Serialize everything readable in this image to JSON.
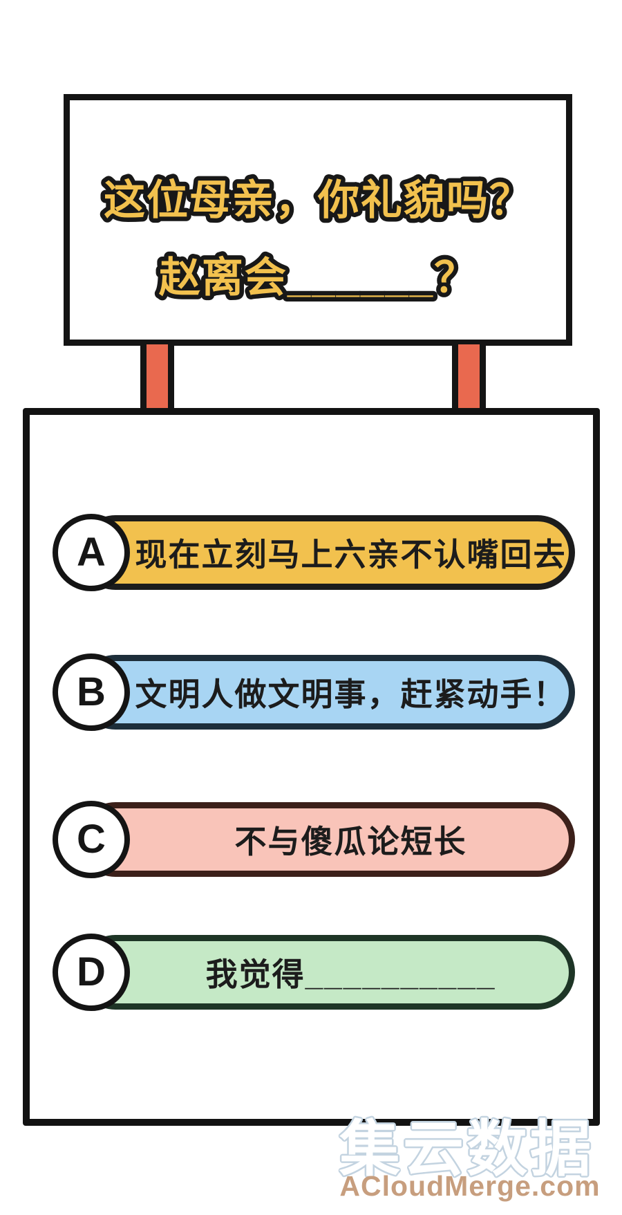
{
  "page": {
    "background": "#ffffff"
  },
  "sign": {
    "title_line1": "这位母亲，你礼貌吗？",
    "title_line2": "赵离会______？",
    "text_color": "#f2c14e",
    "outline_color": "#181818"
  },
  "posts": {
    "color": "#e9694f"
  },
  "options": [
    {
      "letter": "A",
      "text": "现在立刻马上六亲不认嘴回去",
      "fill": "#f2c14e",
      "border": "#1c1c1c"
    },
    {
      "letter": "B",
      "text": "文明人做文明事，赶紧动手！",
      "fill": "#a8d5f3",
      "border": "#1d2e3a"
    },
    {
      "letter": "C",
      "text": "不与傻瓜论短长",
      "fill": "#f9c4b9",
      "border": "#3c201a"
    },
    {
      "letter": "D",
      "text": "我觉得__________",
      "fill": "#c5e9c6",
      "border": "#1e3526"
    }
  ],
  "watermark": {
    "title": "集云数据",
    "site": "ACloudMerge.com",
    "title_fill": "#ffffff",
    "title_outline": "#c3d3e0",
    "site_color": "#c79e7e"
  }
}
